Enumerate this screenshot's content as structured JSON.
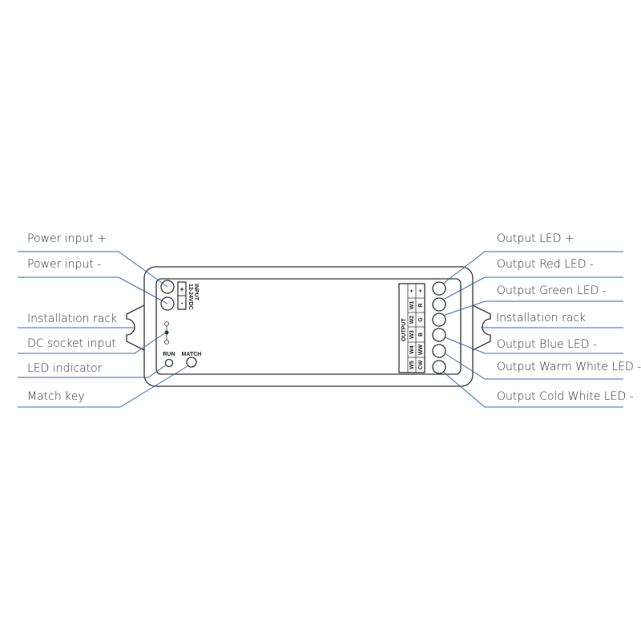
{
  "labels_left": [
    "Power input +",
    "Power input -",
    "Installation rack",
    "DC socket input",
    "LED indicator",
    "Match key"
  ],
  "labels_right": [
    "Output LED +",
    "Output Red LED -",
    "Output Green LED -",
    "Installation rack",
    "Output Blue LED -",
    "Output Warm White LED -",
    "Output Cold White LED -"
  ],
  "device": {
    "input_title": "INPUT",
    "input_voltage": "12-24VDC",
    "plus": "+",
    "minus": "-",
    "run": "RUN",
    "match": "MATCH",
    "output_title": "OUTPUT",
    "output_row1": [
      "+",
      "W1",
      "W2",
      "W3",
      "W4",
      "W5"
    ],
    "output_row2": [
      "+",
      "R",
      "G",
      "B",
      "WW",
      "CW"
    ]
  },
  "colors": {
    "leader": "#2f6db5",
    "outline": "#333333"
  }
}
